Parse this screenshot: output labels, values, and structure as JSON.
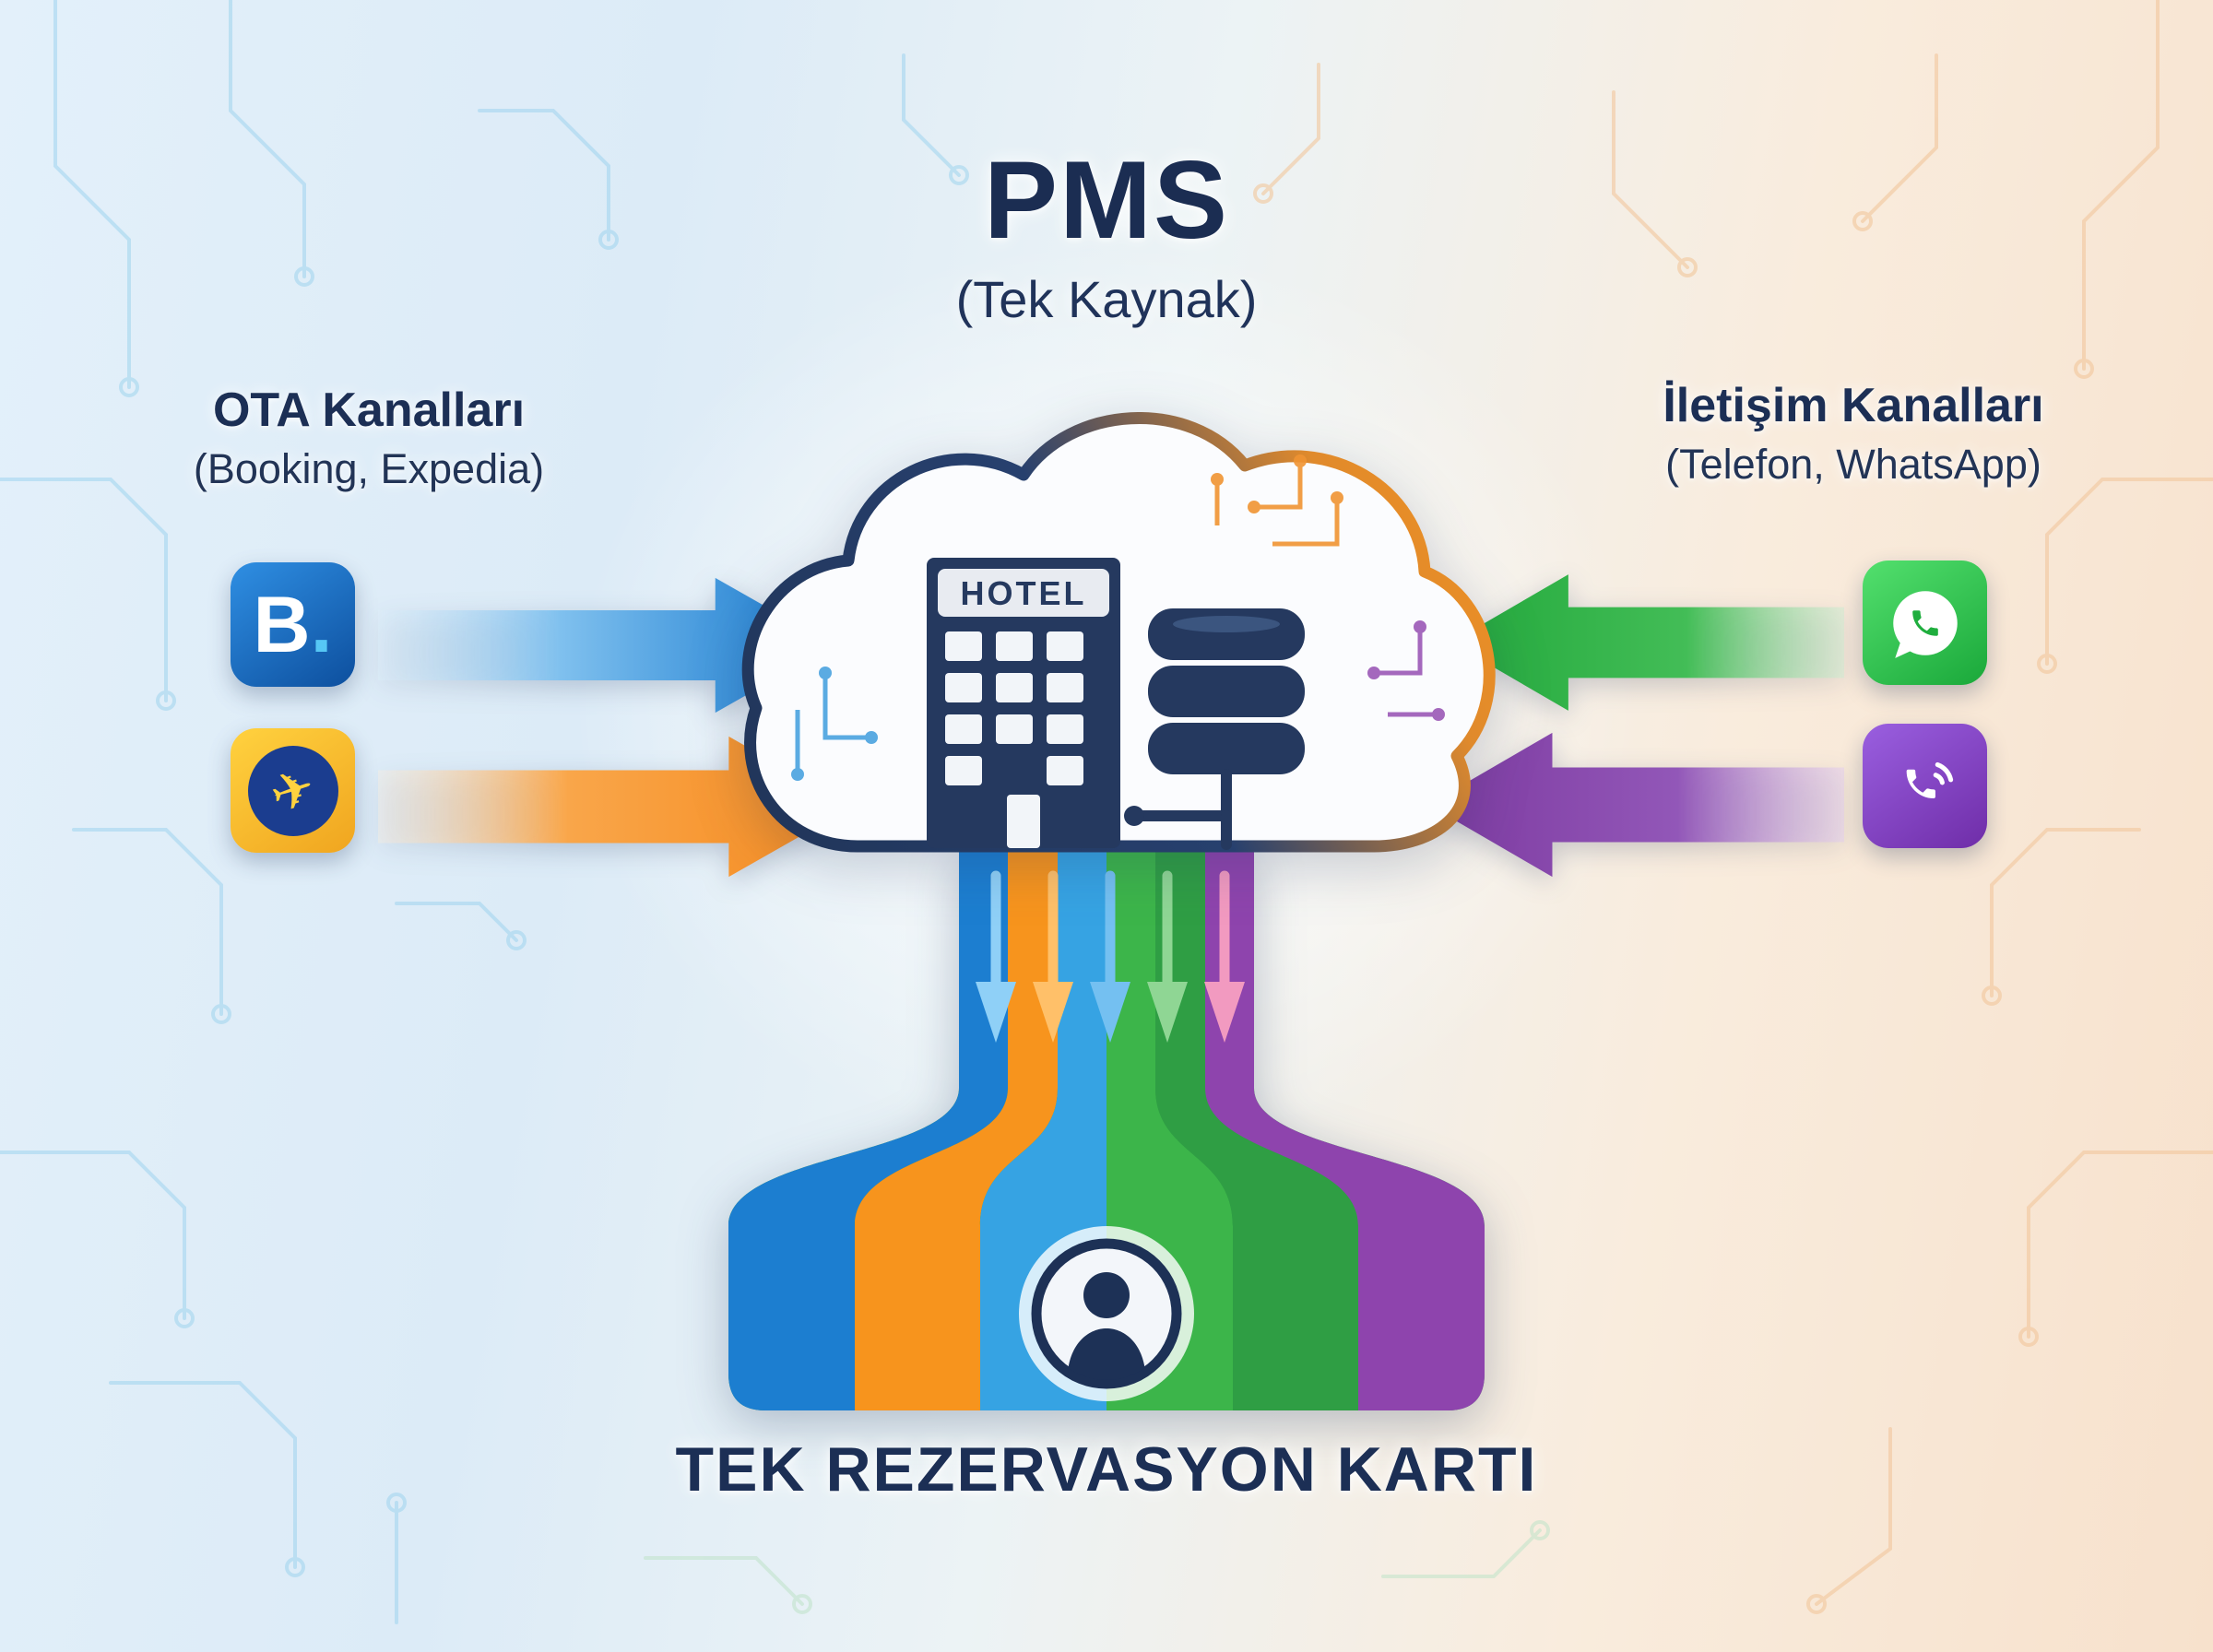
{
  "title": {
    "main": "PMS",
    "subtitle": "(Tek Kaynak)"
  },
  "ota": {
    "heading": "OTA Kanalları",
    "subheading": "(Booking, Expedia)",
    "booking_letter": "B",
    "booking_dot": "."
  },
  "iletisim": {
    "heading": "İletişim Kanalları",
    "subheading": "(Telefon, WhatsApp)"
  },
  "cloud": {
    "hotel_sign": "HOTEL"
  },
  "bottom": {
    "label": "TEK REZERVASYON KARTI"
  },
  "icons": {
    "expedia_plane": "✈"
  },
  "colors": {
    "booking_blue": "#1c7ed0",
    "expedia_orange": "#f7941d",
    "whatsapp_green": "#2fae44",
    "viber_purple": "#8e44ad",
    "navy": "#1d3156"
  },
  "stripes": [
    "#1c7ed0",
    "#f7941d",
    "#36a3e3",
    "#3cb54a",
    "#2f9e44",
    "#8e44ad"
  ]
}
